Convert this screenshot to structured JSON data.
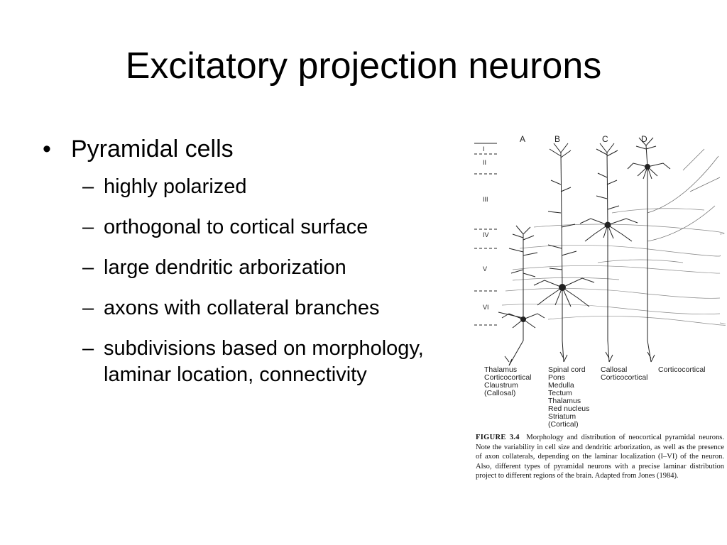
{
  "slide": {
    "title": "Excitatory projection neurons",
    "main_bullet": "Pyramidal cells",
    "sub_bullets": [
      "highly polarized",
      "orthogonal to cortical surface",
      "large dendritic arborization",
      "axons with collateral branches",
      "subdivisions based on morphology, laminar location, connectivity"
    ]
  },
  "figure": {
    "cell_labels": [
      "A",
      "B",
      "C",
      "D"
    ],
    "layers": [
      "I",
      "II",
      "III",
      "IV",
      "V",
      "VI"
    ],
    "targets": {
      "A": [
        "Thalamus",
        "Corticocortical",
        "Claustrum",
        "(Callosal)"
      ],
      "B": [
        "Spinal cord",
        "Pons",
        "Medulla",
        "Tectum",
        "Thalamus",
        "Red nucleus",
        "Striatum",
        "(Cortical)"
      ],
      "C": [
        "Callosal",
        "Corticocortical"
      ],
      "D": [
        "Corticocortical"
      ]
    },
    "caption_label": "FIGURE 3.4",
    "caption_text": "Morphology and distribution of neocortical pyramidal neurons. Note the variability in cell size and dendritic arborization, as well as the presence of axon collaterals, depending on the laminar localization (I–VI) of the neuron. Also, different types of pyramidal neurons with a precise laminar distribution project to different regions of the brain. Adapted from Jones (1984)."
  }
}
